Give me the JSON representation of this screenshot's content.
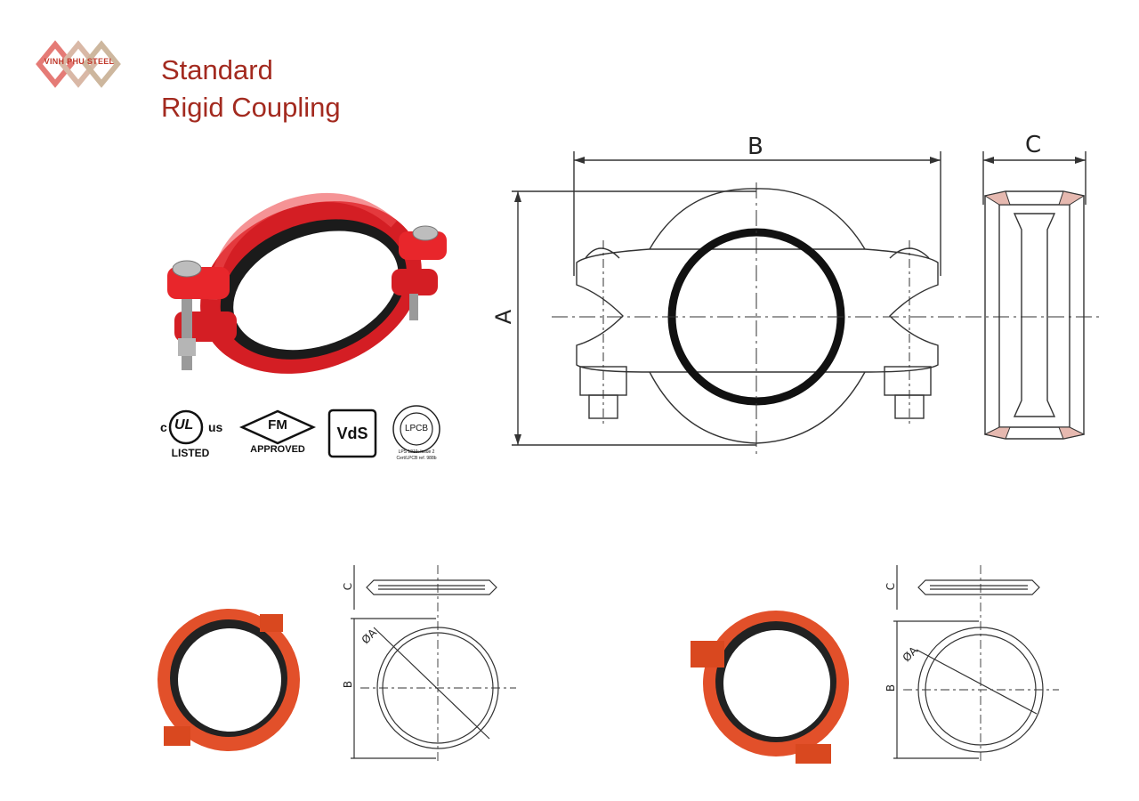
{
  "brand": {
    "logo_text": "VINH PHU STEEL",
    "accent_color": "#a32a1f"
  },
  "title": {
    "line1": "Standard",
    "line2": "Rigid Coupling"
  },
  "certifications": {
    "ul": {
      "c": "c",
      "ul": "UL",
      "us": "us",
      "listed": "LISTED"
    },
    "fm": {
      "mark": "FM",
      "approved": "APPROVED"
    },
    "vds": {
      "mark": "VdS"
    },
    "lpcb": {
      "mark": "LPCB",
      "line1": "LPS 1219: Issue 2",
      "line2": "Cert/LPCB ref. 988b"
    }
  },
  "drawing_main": {
    "dim_a": "A",
    "dim_b": "B",
    "dim_c": "C"
  },
  "drawing_left": {
    "dim_b": "B",
    "dim_c": "C",
    "dim_d": "ØA"
  },
  "drawing_right": {
    "dim_b": "B",
    "dim_c": "C",
    "dim_d": "ØA"
  },
  "colors": {
    "coupling_red": "#e8262b",
    "coupling_orange": "#e2502a",
    "gasket": "#1b1b1b",
    "line": "#333333"
  }
}
